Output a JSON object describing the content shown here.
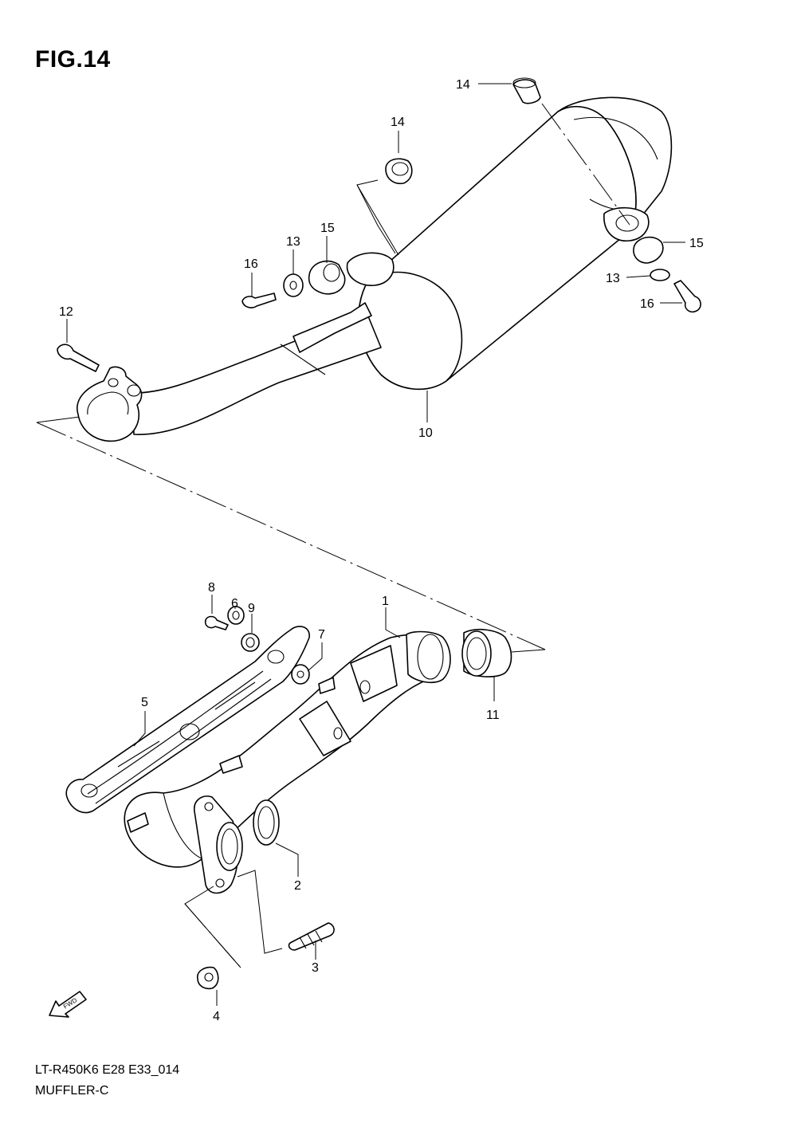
{
  "figure": {
    "title": "FIG.14",
    "model_code": "LT-R450K6 E28 E33_014",
    "part_group": "MUFFLER-C"
  },
  "callouts": [
    {
      "id": "c14a",
      "label": "14"
    },
    {
      "id": "c14b",
      "label": "14"
    },
    {
      "id": "c15a",
      "label": "15"
    },
    {
      "id": "c13a",
      "label": "13"
    },
    {
      "id": "c16a",
      "label": "16"
    },
    {
      "id": "c12",
      "label": "12"
    },
    {
      "id": "c15b",
      "label": "15"
    },
    {
      "id": "c13b",
      "label": "13"
    },
    {
      "id": "c16b",
      "label": "16"
    },
    {
      "id": "c10",
      "label": "10"
    },
    {
      "id": "c8",
      "label": "8"
    },
    {
      "id": "c6",
      "label": "6"
    },
    {
      "id": "c9",
      "label": "9"
    },
    {
      "id": "c7",
      "label": "7"
    },
    {
      "id": "c1",
      "label": "1"
    },
    {
      "id": "c5",
      "label": "5"
    },
    {
      "id": "c11",
      "label": "11"
    },
    {
      "id": "c2",
      "label": "2"
    },
    {
      "id": "c3",
      "label": "3"
    },
    {
      "id": "c4",
      "label": "4"
    }
  ],
  "fwd_marker": {
    "label": "FWD",
    "icon": "fwd-arrow-icon"
  }
}
